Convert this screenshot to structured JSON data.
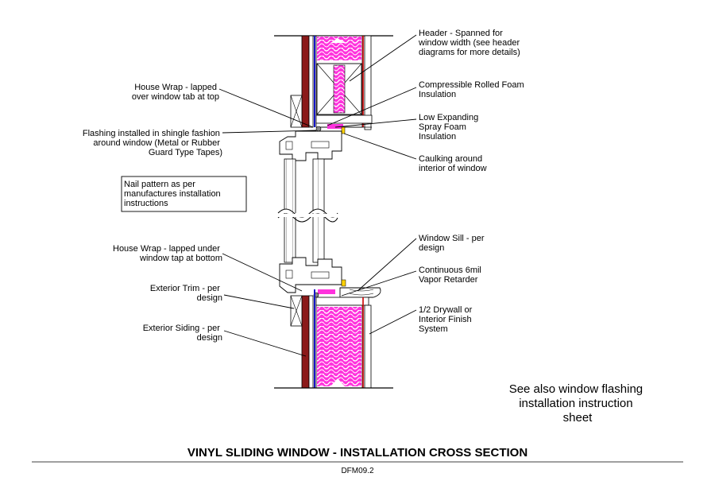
{
  "labels": {
    "header": [
      "Header - Spanned for",
      "window width (see header",
      "diagrams for more details)"
    ],
    "compressible_foam": [
      "Compressible Rolled Foam",
      "Insulation"
    ],
    "spray_foam": [
      "Low Expanding",
      "Spray Foam",
      "Insulation"
    ],
    "caulking": [
      "Caulking around",
      "interior of window"
    ],
    "house_wrap_top": [
      "House Wrap - lapped",
      "over  window tab at top"
    ],
    "flashing": [
      "Flashing installed in shingle fashion",
      "around window (Metal or Rubber",
      "Guard Type Tapes)"
    ],
    "nail_pattern": [
      "Nail pattern as per",
      "manufactures installation",
      "instructions"
    ],
    "house_wrap_bottom": [
      "House Wrap - lapped under",
      "window tap at bottom"
    ],
    "window_sill": [
      "Window Sill - per",
      "design"
    ],
    "vapor_retarder": [
      "Continuous 6mil",
      "Vapor Retarder"
    ],
    "exterior_trim": [
      "Exterior Trim - per",
      "design"
    ],
    "drywall": [
      "1/2 Drywall or",
      "Interior Finish",
      "System"
    ],
    "exterior_siding": [
      "Exterior Siding - per",
      "design"
    ]
  },
  "note": [
    "See also window flashing",
    "installation instruction",
    "sheet"
  ],
  "title": "VINYL SLIDING WINDOW  - INSTALLATION CROSS SECTION",
  "code": "DFM09.2",
  "colors": {
    "siding": "#8b1a1a",
    "house_wrap": "#1515c8",
    "insulation": "#ff33dd",
    "drywall_line": "#cc0000",
    "caulk": "#ffd200"
  }
}
